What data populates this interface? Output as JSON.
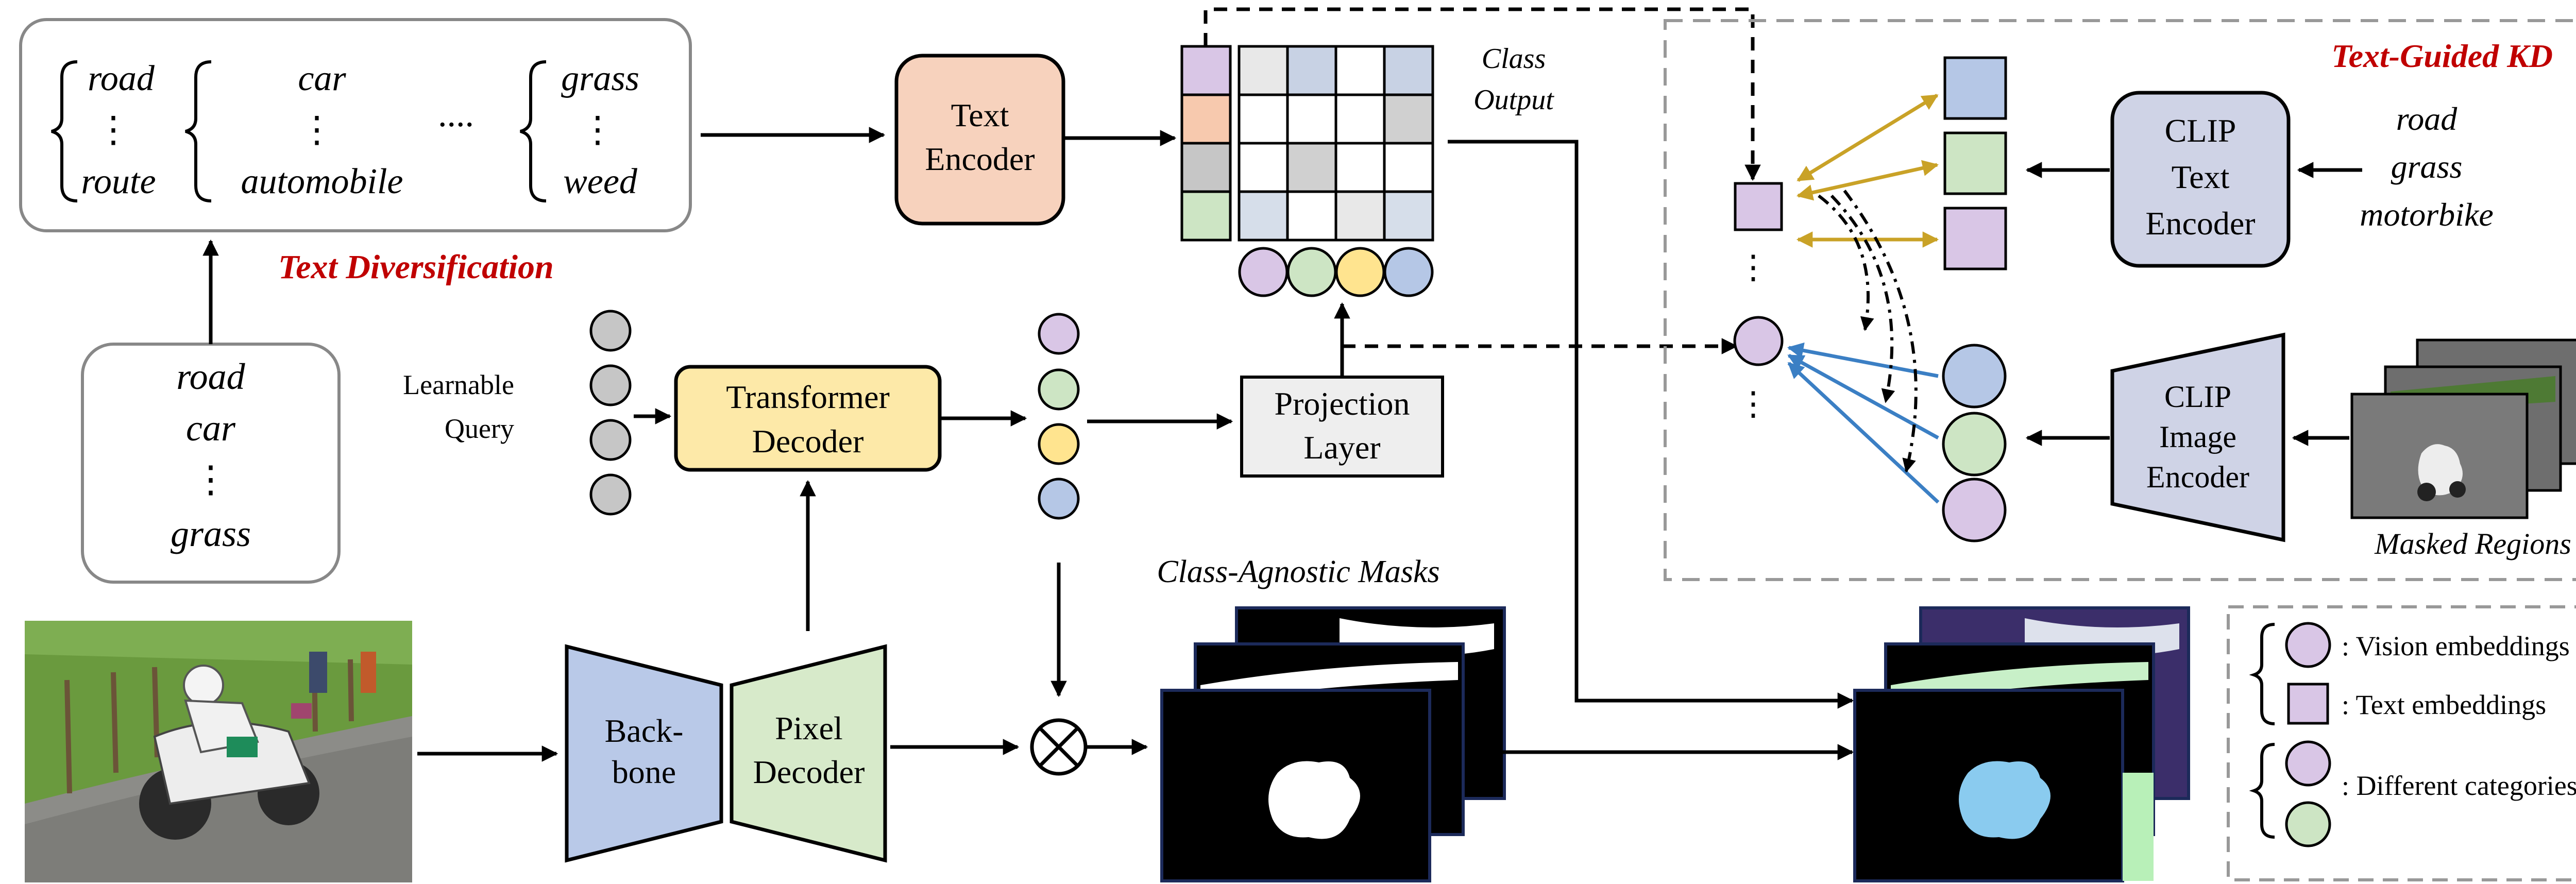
{
  "text_diversification": {
    "groups": [
      {
        "top": "road",
        "bottom": "route"
      },
      {
        "top": "car",
        "bottom": "automobile"
      },
      {
        "top": "grass",
        "bottom": "weed"
      }
    ],
    "ellipsis_h": "....",
    "title": "Text Diversification"
  },
  "class_list": {
    "items": [
      "road",
      "car",
      "grass"
    ]
  },
  "text_encoder": {
    "line1": "Text",
    "line2": "Encoder"
  },
  "class_output": {
    "line1": "Class",
    "line2": "Output"
  },
  "learnable_query": {
    "line1": "Learnable",
    "line2": "Query"
  },
  "transformer_decoder": {
    "line1": "Transformer",
    "line2": "Decoder"
  },
  "projection_layer": {
    "line1": "Projection",
    "line2": "Layer"
  },
  "backbone": {
    "line1": "Back-",
    "line2": "bone"
  },
  "pixel_decoder": {
    "line1": "Pixel",
    "line2": "Decoder"
  },
  "masks_title": "Class-Agnostic Masks",
  "kd": {
    "title": "Text-Guided KD",
    "clip_text": {
      "line1": "CLIP",
      "line2": "Text",
      "line3": "Encoder"
    },
    "clip_image": {
      "line1": "CLIP",
      "line2": "Image",
      "line3": "Encoder"
    },
    "words": [
      "road",
      "grass",
      "motorbike"
    ],
    "masked_regions": "Masked Regions"
  },
  "legend": {
    "vision": ": Vision embeddings",
    "text": ": Text embeddings",
    "categories": ": Different categories"
  },
  "colors": {
    "purple": "#D9C6E6",
    "orange": "#F7C9AE",
    "gray": "#C6C6C6",
    "green": "#CDE5C4",
    "yellow": "#FFE48F",
    "blue": "#B5C7E6",
    "text_encoder_fill": "#F7D2BD",
    "text_encoder_stroke": "#8E4A2B",
    "transformer_fill": "#FDE9A8",
    "backbone_fill": "#B9C9E8",
    "pixel_decoder_fill": "#D7EACA",
    "clip_fill": "#CFD3E6",
    "kd_title": "#C00000",
    "arrow_gold": "#C9A227",
    "arrow_blue": "#3B7FC4"
  }
}
